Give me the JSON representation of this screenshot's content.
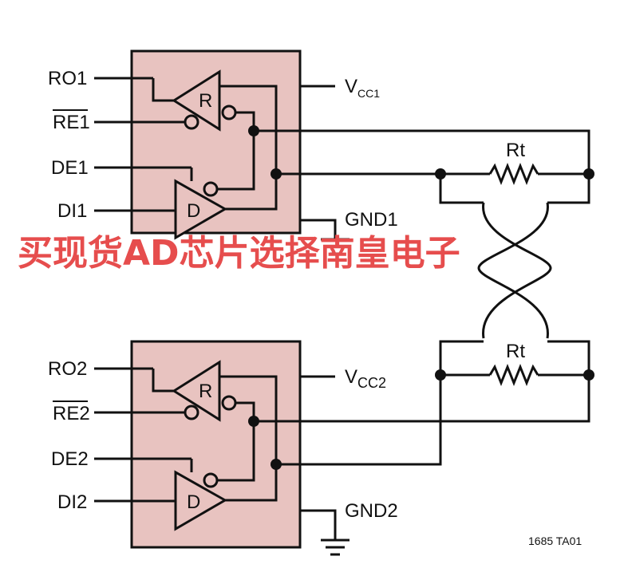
{
  "colors": {
    "chip_fill": "#e8c3c0",
    "wire": "#111111",
    "watermark": "#e64d4d"
  },
  "chip1": {
    "pins_left": [
      "RO1",
      "RE",
      "1",
      "DE1",
      "DI1"
    ],
    "vcc": {
      "main": "V",
      "sub": "CC1"
    },
    "gnd": "GND1",
    "receiver_letter": "R",
    "driver_letter": "D"
  },
  "chip2": {
    "pins_left": [
      "RO2",
      "RE",
      "2",
      "DE2",
      "DI2"
    ],
    "vcc": {
      "main": "V",
      "sub": "CC2"
    },
    "gnd": "GND2",
    "receiver_letter": "R",
    "driver_letter": "D"
  },
  "resistor_top": "Rt",
  "resistor_bottom": "Rt",
  "figure_id": "1685 TA01",
  "watermark": "买现货AD芯片选择南皇电子"
}
